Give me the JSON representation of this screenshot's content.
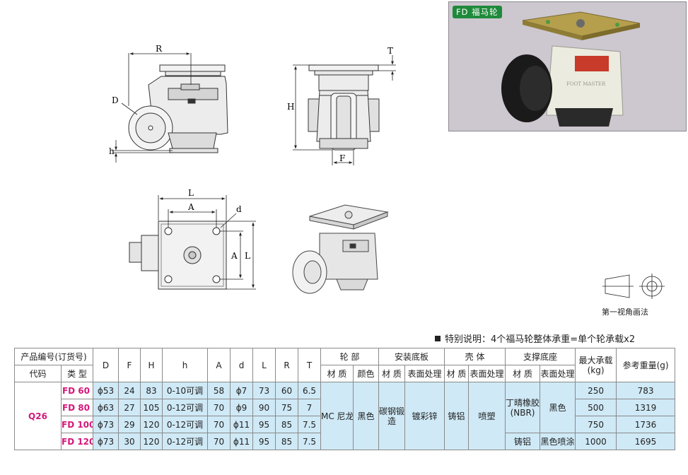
{
  "photo_label": "FD 福马轮",
  "dimension_labels": {
    "R": "R",
    "D": "D",
    "h": "h",
    "T": "T",
    "H": "H",
    "F": "F",
    "L": "L",
    "A": "A",
    "d": "d"
  },
  "projection_caption": "第一视角画法",
  "note": "特别说明：4个福马轮整体承重=单个轮承载x2",
  "table": {
    "h_product": "产品编号(订货号)",
    "h_code": "代码",
    "h_type": "类 型",
    "dims": [
      "D",
      "F",
      "H",
      "h",
      "A",
      "d",
      "L",
      "R",
      "T"
    ],
    "g_wheel": "轮 部",
    "g_mount": "安装底板",
    "g_shell": "壳 体",
    "g_support": "支撑底座",
    "h_maxload": "最大承载(kg)",
    "h_weight": "参考重量(g)",
    "sub": {
      "material": "材 质",
      "color": "颜色",
      "surface": "表面处理"
    },
    "code": "Q26",
    "rows": [
      {
        "model": "FD 60",
        "D": "ϕ53",
        "F": "24",
        "H": "83",
        "h": "0-10可调",
        "A": "58",
        "d": "ϕ7",
        "L": "73",
        "R": "60",
        "T": "6.5",
        "load": "250",
        "weight": "783"
      },
      {
        "model": "FD 80",
        "D": "ϕ63",
        "F": "27",
        "H": "105",
        "h": "0-12可调",
        "A": "70",
        "d": "ϕ9",
        "L": "90",
        "R": "75",
        "T": "7",
        "load": "500",
        "weight": "1319"
      },
      {
        "model": "FD 100",
        "D": "ϕ73",
        "F": "29",
        "H": "120",
        "h": "0-12可调",
        "A": "70",
        "d": "ϕ11",
        "L": "95",
        "R": "85",
        "T": "7.5",
        "load": "750",
        "weight": "1736"
      },
      {
        "model": "FD 120",
        "D": "ϕ73",
        "F": "30",
        "H": "120",
        "h": "0-12可调",
        "A": "70",
        "d": "ϕ11",
        "L": "95",
        "R": "85",
        "T": "7.5",
        "load": "1000",
        "weight": "1695"
      }
    ],
    "wheel_material": "MC 尼龙",
    "wheel_color": "黑色",
    "mount_material": "碳钢锻造",
    "mount_surface": "镀彩锌",
    "shell_material": "铸铝",
    "shell_surface": "喷塑",
    "support_material_a": "丁晴橡胶(NBR)",
    "support_surface_a": "黑色",
    "support_material_b": "铸铝",
    "support_surface_b": "黑色喷涂"
  }
}
